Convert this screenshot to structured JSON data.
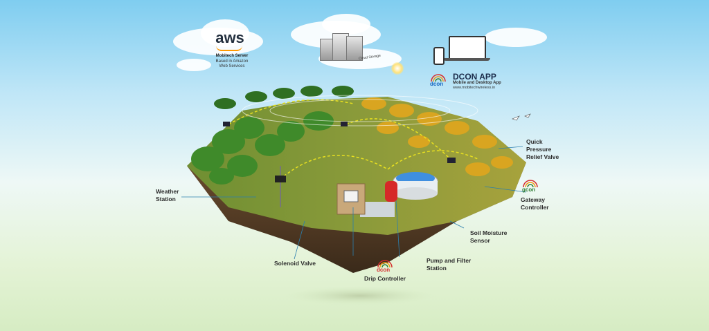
{
  "cloud": {
    "aws_logo": "aws",
    "server_title": "Mobitech Server",
    "server_desc": [
      "Based in Amazon",
      "Web Services"
    ],
    "storage_label": "Cloud Storage"
  },
  "app": {
    "title": "DCON APP",
    "subtitle": "Mobile and Desktop App",
    "url": "www.mobitechwireless.in",
    "badge_text": "dcon"
  },
  "labels": {
    "weather_station": "Weather Station",
    "solenoid_valve": "Solenoid Valve",
    "drip_controller": "Drip Controller",
    "drip_badge": "dcon",
    "pump_filter": "Pump and Filter Station",
    "soil_moisture": "Soil Moisture Sensor",
    "gateway_controller": "Gateway Controller",
    "gateway_badge": "gcon",
    "quick_pressure": "Quick Pressure Relief Valve"
  },
  "colors": {
    "grass": "#7a9a3a",
    "soil": "#5a4128",
    "tree_green": "#3f8a2a",
    "tree_yellow": "#d9a520",
    "dashed_link": "#e8e020",
    "dcon_red": "#d32f2f",
    "dcon_orange": "#f39c12",
    "dcon_green": "#2e7d32",
    "dcon_blue": "#1565c0"
  }
}
